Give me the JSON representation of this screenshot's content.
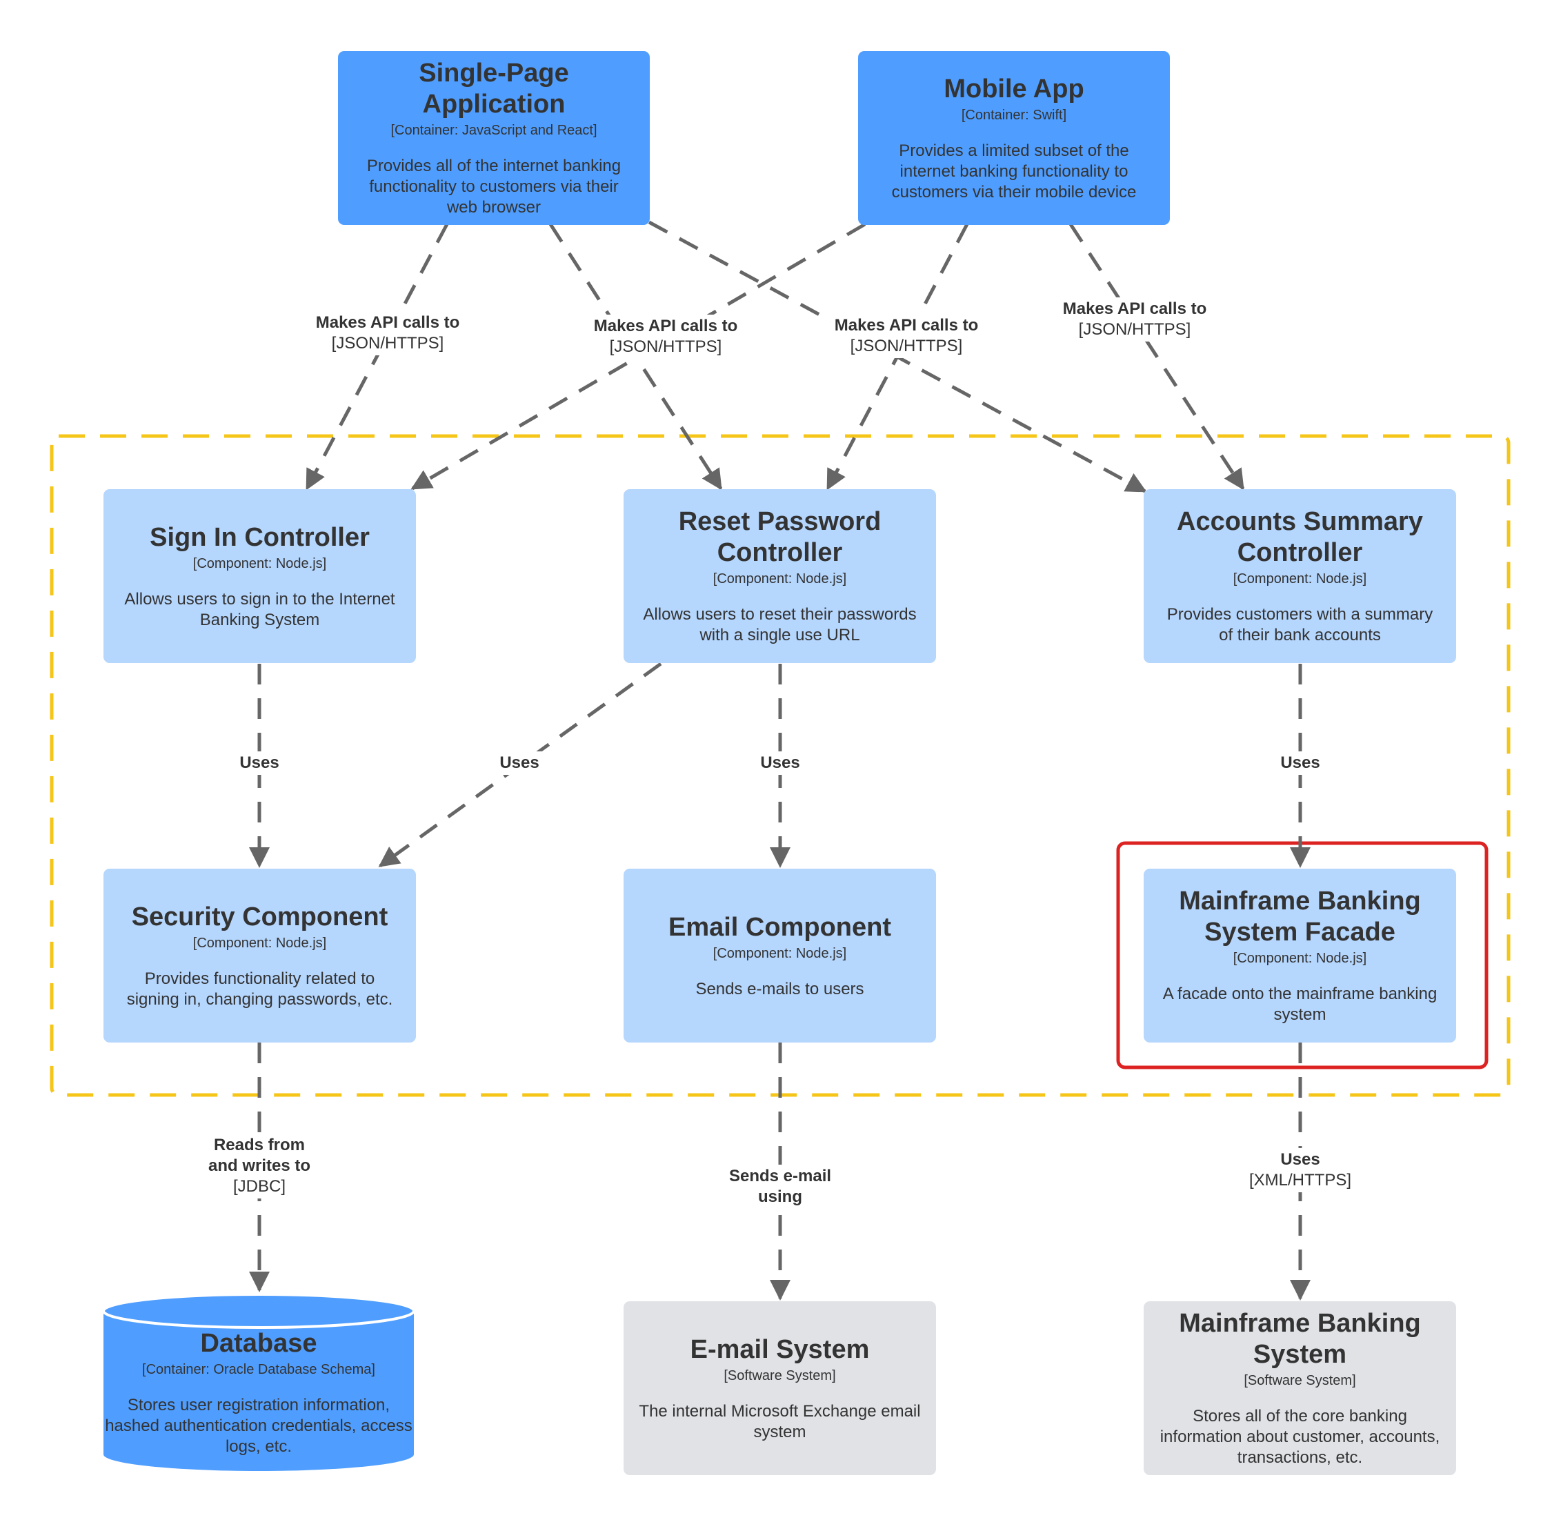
{
  "nodes": {
    "spa": {
      "title": "Single-Page Application",
      "tech": "[Container: JavaScript and React]",
      "desc": "Provides all of the internet banking functionality to customers via their web browser"
    },
    "mobile": {
      "title": "Mobile App",
      "tech": "[Container: Swift]",
      "desc": "Provides a limited subset of the internet banking functionality to customers via their mobile device"
    },
    "signin": {
      "title": "Sign In Controller",
      "tech": "[Component: Node.js]",
      "desc": "Allows users to sign in to the Internet Banking System"
    },
    "reset": {
      "title": "Reset Password Controller",
      "tech": "[Component: Node.js]",
      "desc": "Allows users to reset their passwords with a single use URL"
    },
    "accounts": {
      "title": "Accounts Summary Controller",
      "tech": "[Component: Node.js]",
      "desc": "Provides customers with a summary of their bank accounts"
    },
    "security": {
      "title": "Security Component",
      "tech": "[Component: Node.js]",
      "desc": "Provides functionality related to signing in, changing passwords, etc."
    },
    "email": {
      "title": "Email Component",
      "tech": "[Component: Node.js]",
      "desc": "Sends e-mails to users"
    },
    "facade": {
      "title": "Mainframe Banking System Facade",
      "tech": "[Component: Node.js]",
      "desc": "A facade onto the mainframe banking system"
    },
    "database": {
      "title": "Database",
      "tech": "[Container: Oracle Database Schema]",
      "desc": "Stores user registration information, hashed authentication credentials, access logs, etc."
    },
    "emailsys": {
      "title": "E-mail System",
      "tech": "[Software System]",
      "desc": "The internal Microsoft Exchange email system"
    },
    "mainframe": {
      "title": "Mainframe Banking System",
      "tech": "[Software System]",
      "desc": "Stores all of the core banking information about customer, accounts, transactions, etc."
    }
  },
  "edge_labels": {
    "spa_signin": {
      "text": "Makes API calls to",
      "tech": "[JSON/HTTPS]"
    },
    "mobile_signin": {
      "text": "Makes API calls to",
      "tech": "[JSON/HTTPS]"
    },
    "mobile_reset": {
      "text": "Makes API calls to",
      "tech": "[JSON/HTTPS]"
    },
    "mobile_accounts": {
      "text": "Makes API calls to",
      "tech": "[JSON/HTTPS]"
    },
    "signin_security": {
      "text": "Uses"
    },
    "reset_security": {
      "text": "Uses"
    },
    "reset_email": {
      "text": "Uses"
    },
    "accounts_facade": {
      "text": "Uses"
    },
    "security_db": {
      "text": "Reads from and writes to",
      "tech": "[JDBC]"
    },
    "email_emailsys": {
      "text": "Sends e-mail using"
    },
    "facade_mainframe": {
      "text": "Uses",
      "tech": "[XML/HTTPS]"
    }
  },
  "colors": {
    "container": "#4f9eff",
    "component": "#b5d6fd",
    "external_system": "#e0e2e6",
    "boundary": "#f5c518",
    "highlight": "#dd2222",
    "arrow": "#666666"
  }
}
